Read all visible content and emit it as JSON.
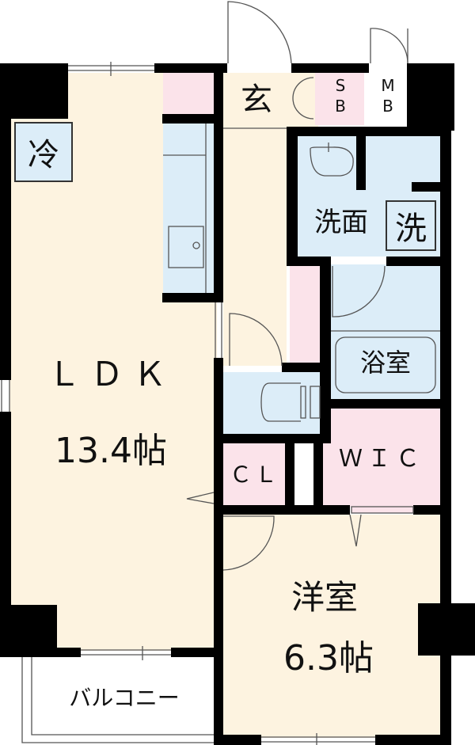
{
  "floor_plan": {
    "rooms": {
      "ldk": {
        "name": "ＬＤＫ",
        "size": "13.4帖"
      },
      "western_room": {
        "name": "洋室",
        "size": "6.3帖"
      },
      "entrance": {
        "name": "玄"
      },
      "shoe_box": {
        "name": "S\nB",
        "line1": "S",
        "line2": "B"
      },
      "meter_box": {
        "line1": "M",
        "line2": "B"
      },
      "washroom": {
        "name": "洗面"
      },
      "bathroom": {
        "name": "浴室"
      },
      "walk_in_closet": {
        "name": "ＷＩＣ"
      },
      "closet": {
        "name": "ＣＬ"
      },
      "balcony": {
        "name": "バルコニー"
      }
    },
    "symbols": {
      "refrigerator": "冷",
      "washing_machine": "洗"
    },
    "colors": {
      "floor_cream": "#fdf3e0",
      "storage_pink": "#fbe3ea",
      "wet_blue": "#dcedf8",
      "wall_black": "#000000"
    }
  }
}
